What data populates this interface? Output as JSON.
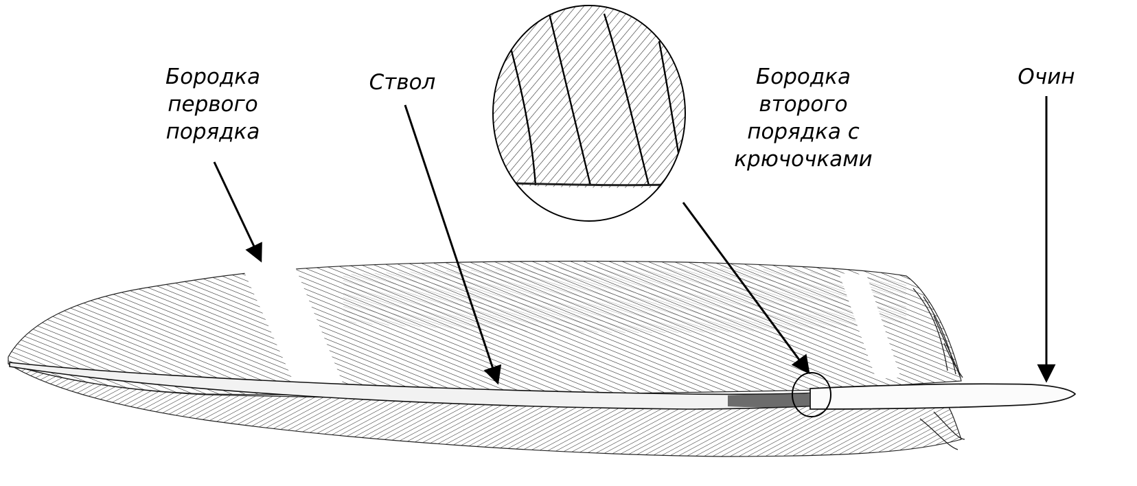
{
  "labels": {
    "barb_first_order": [
      "Бородка",
      "первого",
      "порядка"
    ],
    "shaft": "Ствол",
    "barb_second_order": [
      "Бородка",
      "второго",
      "порядка с",
      "крючочками"
    ],
    "quill": "Очин"
  },
  "colors": {
    "ink": "#000000",
    "background": "#ffffff"
  }
}
